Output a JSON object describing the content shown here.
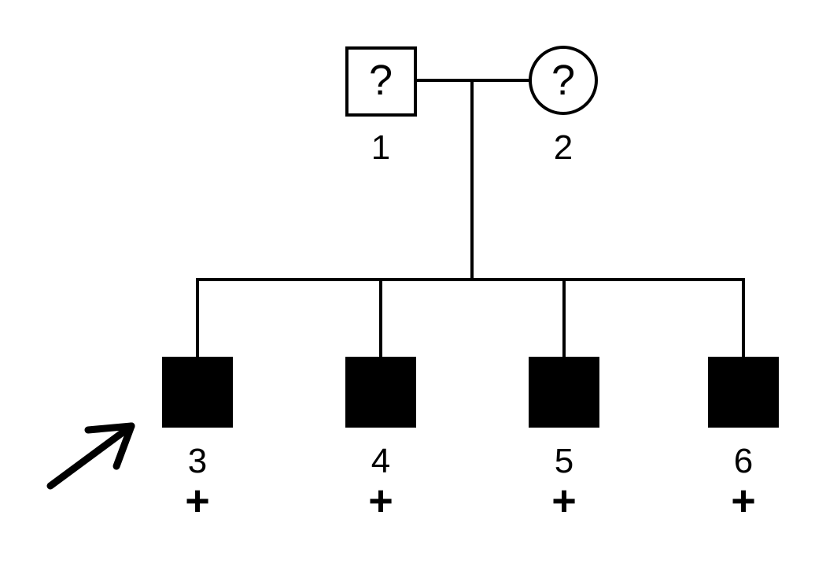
{
  "chart": {
    "title": "Pedigree Chart",
    "type": "pedigree",
    "line_color": "#000000",
    "fill_affected": "#000000",
    "fill_unaffected": "#ffffff",
    "background": "#ffffff"
  },
  "generations": [
    {
      "name": "generation-1",
      "individuals": [
        {
          "id": "1",
          "shape": "square",
          "sex": "male",
          "affected": false,
          "inner_text": "?",
          "status_text": "",
          "proband": false
        },
        {
          "id": "2",
          "shape": "circle",
          "sex": "female",
          "affected": false,
          "inner_text": "?",
          "status_text": "",
          "proband": false
        }
      ]
    },
    {
      "name": "generation-2",
      "individuals": [
        {
          "id": "3",
          "shape": "square",
          "sex": "male",
          "affected": true,
          "inner_text": "",
          "status_text": "+",
          "proband": true
        },
        {
          "id": "4",
          "shape": "square",
          "sex": "male",
          "affected": true,
          "inner_text": "",
          "status_text": "+",
          "proband": false
        },
        {
          "id": "5",
          "shape": "square",
          "sex": "male",
          "affected": true,
          "inner_text": "",
          "status_text": "+",
          "proband": false
        },
        {
          "id": "6",
          "shape": "square",
          "sex": "male",
          "affected": true,
          "inner_text": "",
          "status_text": "+",
          "proband": false
        }
      ]
    }
  ],
  "labels": {
    "parent1_unknown": "?",
    "parent2_unknown": "?",
    "parent1_id": "1",
    "parent2_id": "2",
    "child1_id": "3",
    "child2_id": "4",
    "child3_id": "5",
    "child4_id": "6",
    "child1_status": "+",
    "child2_status": "+",
    "child3_status": "+",
    "child4_status": "+"
  },
  "annotations": {
    "proband_arrow": {
      "points_to": "3",
      "direction": "up-right"
    }
  }
}
